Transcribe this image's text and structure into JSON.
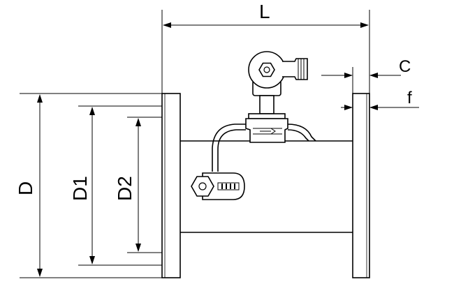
{
  "diagram": {
    "labels": {
      "L": "L",
      "C": "C",
      "f": "f",
      "D": "D",
      "D1": "D1",
      "D2": "D2"
    }
  }
}
